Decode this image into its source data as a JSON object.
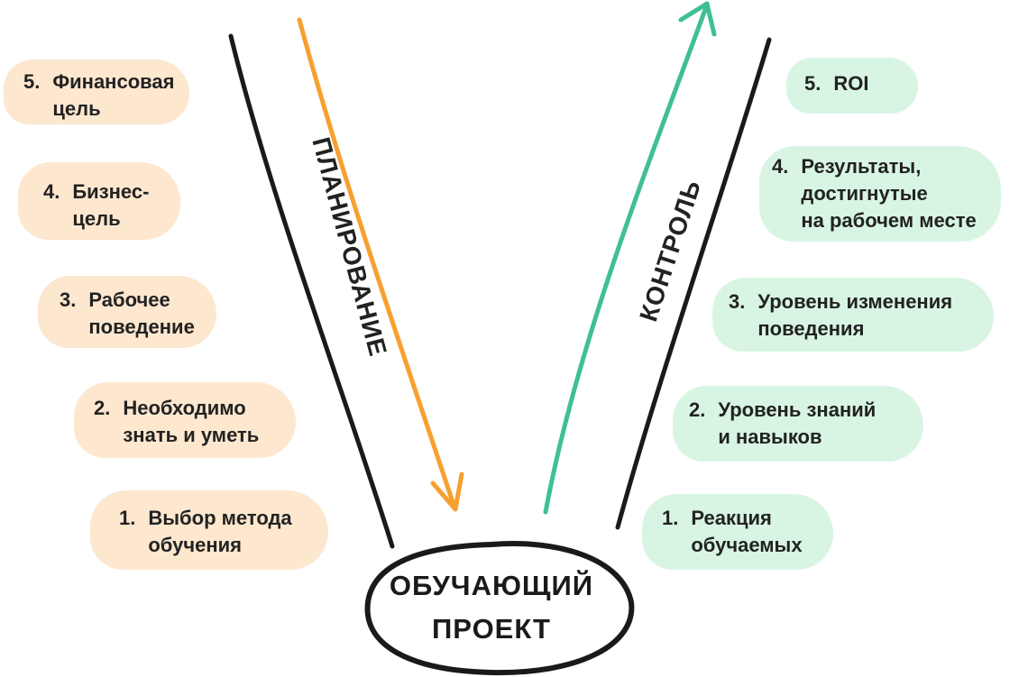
{
  "axes": {
    "planning_label": "ПЛАНИРОВАНИЕ",
    "control_label": "КОНТРОЛЬ"
  },
  "center": {
    "line1": "ОБУЧАЮЩИЙ",
    "line2": "ПРОЕКТ"
  },
  "planning_levels": [
    {
      "num": "5.",
      "line1": "Финансовая",
      "line2": "цель"
    },
    {
      "num": "4.",
      "line1": "Бизнес-",
      "line2": "цель"
    },
    {
      "num": "3.",
      "line1": "Рабочее",
      "line2": "поведение"
    },
    {
      "num": "2.",
      "line1": "Необходимо",
      "line2": "знать и уметь"
    },
    {
      "num": "1.",
      "line1": "Выбор метода",
      "line2": "обучения"
    }
  ],
  "control_levels": [
    {
      "num": "5.",
      "line1": "ROI"
    },
    {
      "num": "4.",
      "line1": "Результаты,",
      "line2": "достигнутые",
      "line3": "на рабочем месте"
    },
    {
      "num": "3.",
      "line1": "Уровень изменения",
      "line2": "поведения"
    },
    {
      "num": "2.",
      "line1": "Уровень знаний",
      "line2": "и навыков"
    },
    {
      "num": "1.",
      "line1": "Реакция",
      "line2": "обучаемых"
    }
  ],
  "colors": {
    "planning_arrow": "#f7a02f",
    "control_arrow": "#3fbf95",
    "planning_bg": "#fde7cf",
    "control_bg": "#d8f5e3",
    "ink": "#1a1a1a"
  }
}
